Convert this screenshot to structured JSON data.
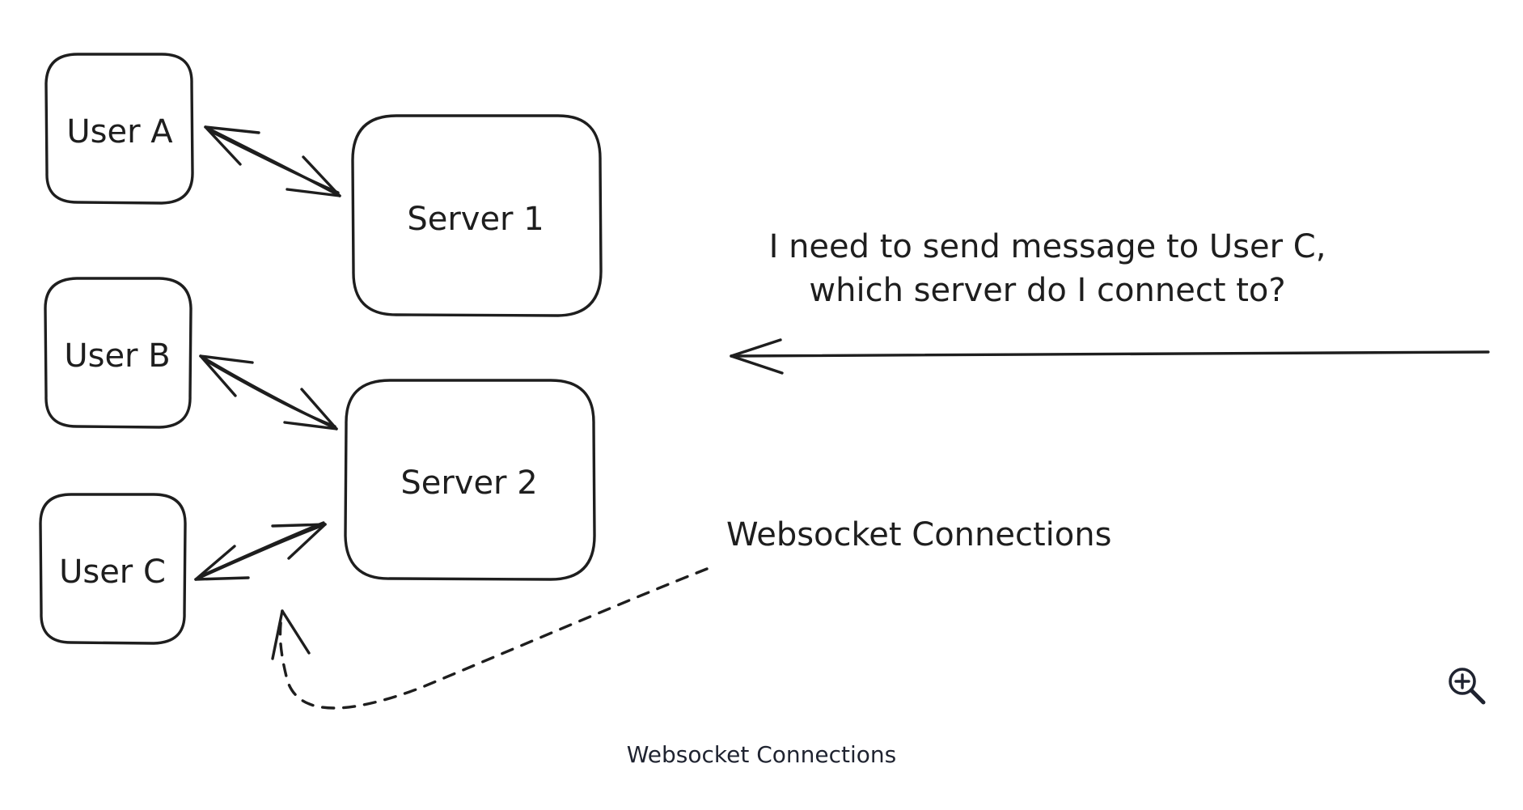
{
  "diagram": {
    "nodes": {
      "user_a": "User A",
      "user_b": "User B",
      "user_c": "User C",
      "server_1": "Server 1",
      "server_2": "Server 2"
    },
    "question_line1": "I need to send message to User C,",
    "question_line2": "which server do I connect to?",
    "connections_label": "Websocket Connections"
  },
  "caption": "Websocket Connections",
  "icons": {
    "zoom": "zoom-in-icon"
  }
}
